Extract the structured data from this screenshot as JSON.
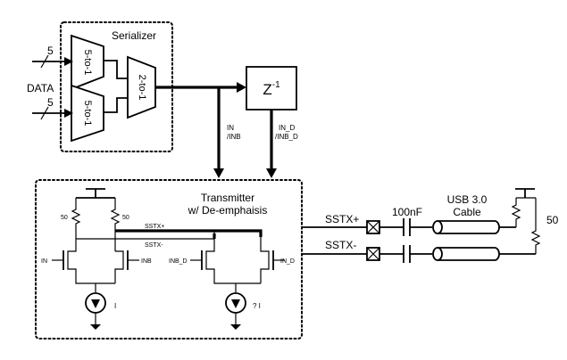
{
  "serializer": {
    "title": "Serializer",
    "mux_top": "5-to-1",
    "mux_bottom": "5-to-1",
    "mux_final": "2-to-1",
    "bus_width_top": "5",
    "bus_width_bottom": "5",
    "data_label": "DATA"
  },
  "delay": {
    "label": "Z",
    "exponent": "-1"
  },
  "signals": {
    "in_line1": "IN",
    "in_line2": "/INB",
    "ind_line1": "IN_D",
    "ind_line2": "/INB_D"
  },
  "transmitter": {
    "title_line1": "Transmitter",
    "title_line2": "w/ De-emphaisis",
    "r_left": "50",
    "r_right": "50",
    "sstx_plus": "SSTX+",
    "sstx_minus": "SSTX-",
    "in": "IN",
    "inb": "INB",
    "inb_d": "INB_D",
    "in_d": "IN_D",
    "src1": "I",
    "src2": "? I"
  },
  "output": {
    "sstx_plus": "SSTX+",
    "sstx_minus": "SSTX-",
    "cap": "100nF",
    "cable_line1": "USB 3.0",
    "cable_line2": "Cable",
    "termination": "50"
  }
}
